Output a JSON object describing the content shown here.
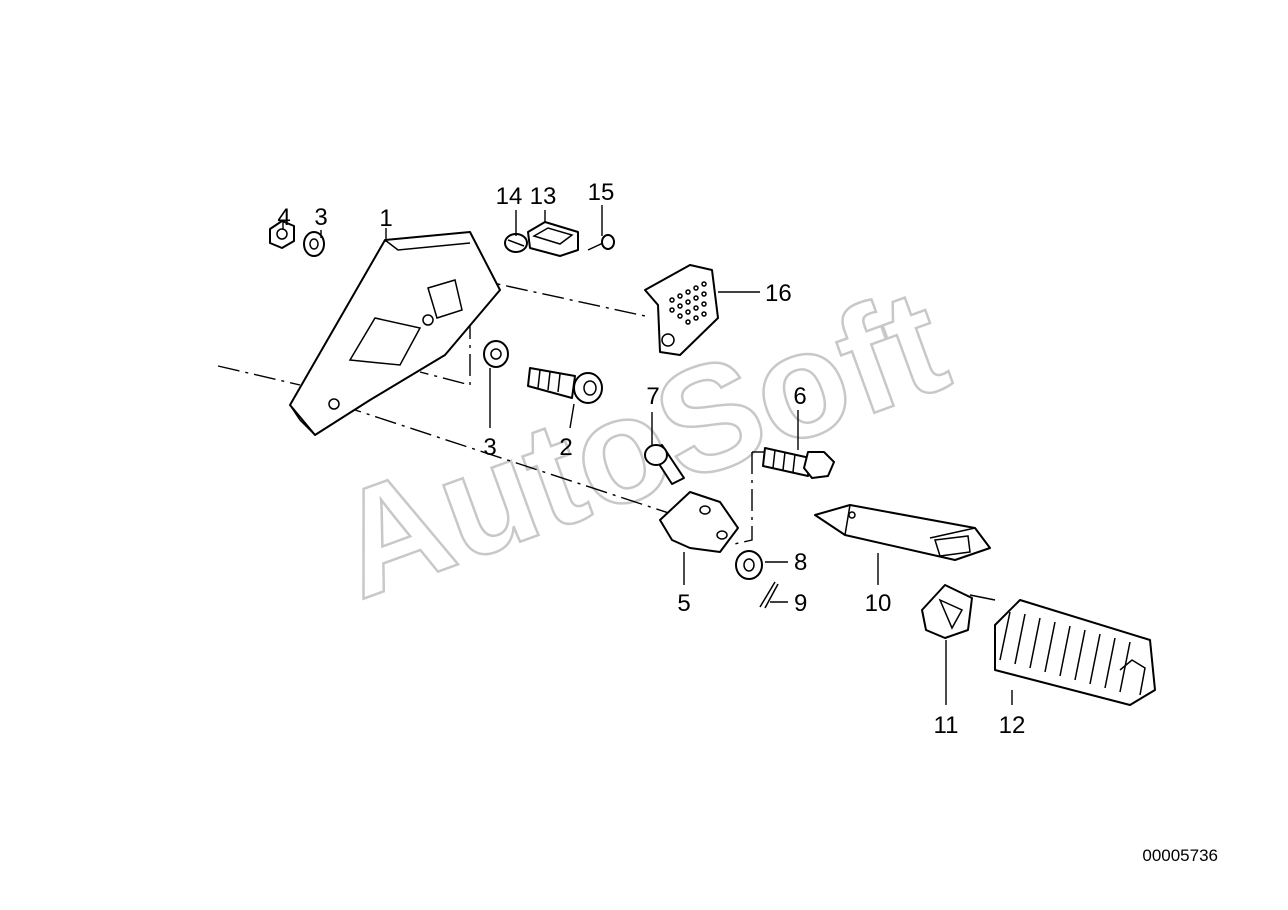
{
  "watermark": "AutoSoft",
  "reference_number": "00005736",
  "callouts": [
    {
      "id": "1",
      "text": "1"
    },
    {
      "id": "2",
      "text": "2"
    },
    {
      "id": "3a",
      "text": "3"
    },
    {
      "id": "3b",
      "text": "3"
    },
    {
      "id": "4",
      "text": "4"
    },
    {
      "id": "5",
      "text": "5"
    },
    {
      "id": "6",
      "text": "6"
    },
    {
      "id": "7",
      "text": "7"
    },
    {
      "id": "8",
      "text": "8"
    },
    {
      "id": "9",
      "text": "9"
    },
    {
      "id": "10",
      "text": "10"
    },
    {
      "id": "11",
      "text": "11"
    },
    {
      "id": "12",
      "text": "12"
    },
    {
      "id": "13",
      "text": "13"
    },
    {
      "id": "14",
      "text": "14"
    },
    {
      "id": "15",
      "text": "15"
    },
    {
      "id": "16",
      "text": "16"
    }
  ]
}
